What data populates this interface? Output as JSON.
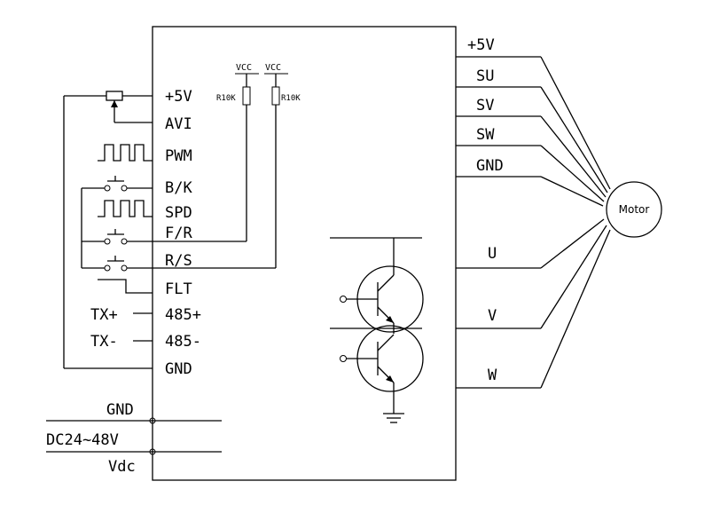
{
  "left_pins": [
    "+5V",
    "AVI",
    "PWM",
    "B/K",
    "SPD",
    "F/R",
    "R/S",
    "FLT",
    "485+",
    "485-",
    "GND"
  ],
  "external": {
    "tx_plus": "TX+",
    "tx_minus": "TX-",
    "power_gnd": "GND",
    "power_supply": "DC24~48V",
    "power_vdc": "Vdc"
  },
  "pullups": {
    "vcc_1": "VCC",
    "vcc_2": "VCC",
    "r_1": "R10K",
    "r_2": "R10K"
  },
  "right_pins": [
    "+5V",
    "SU",
    "SV",
    "SW",
    "GND",
    "U",
    "V",
    "W"
  ],
  "motor": {
    "label": "Motor"
  }
}
